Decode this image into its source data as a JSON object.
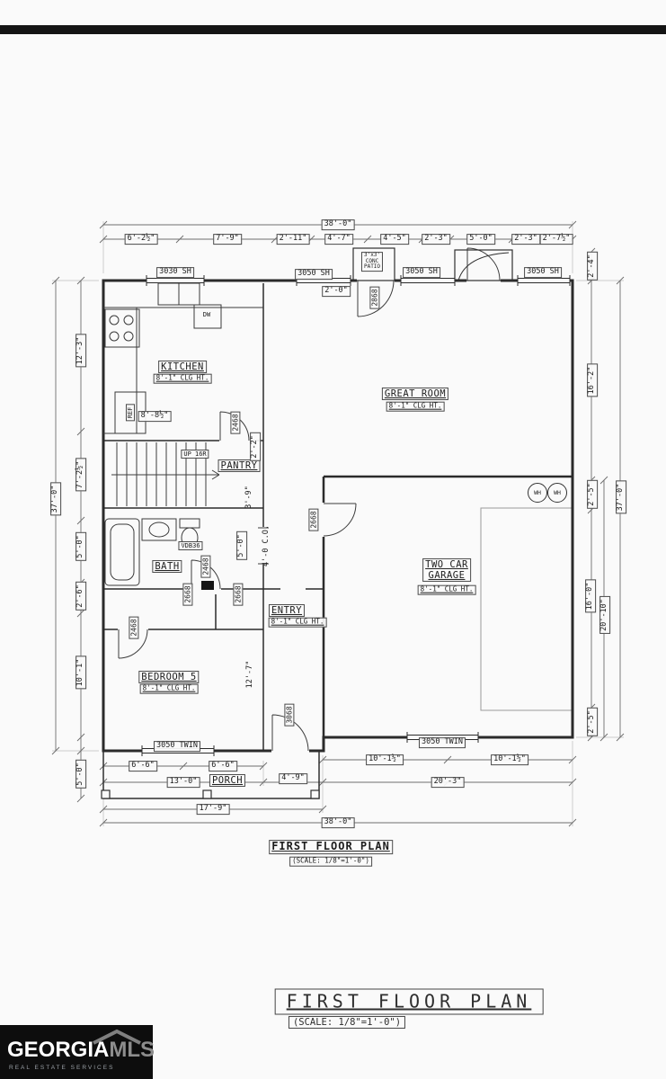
{
  "titles": {
    "plan_title": "FIRST FLOOR PLAN",
    "plan_scale": "(SCALE: 1/8\"=1'-0\")",
    "sheet_title": "FIRST FLOOR PLAN",
    "sheet_scale": "(SCALE: 1/8\"=1'-0\")"
  },
  "logo": {
    "brand_bold": "GEORGIA",
    "brand_light": "MLS",
    "tagline": "REAL ESTATE SERVICES"
  },
  "rooms": {
    "kitchen": "KITCHEN",
    "kitchen_clg": "8'-1\" CLG HT.",
    "great_room": "GREAT ROOM",
    "great_room_clg": "8'-1\" CLG HT.",
    "pantry": "PANTRY",
    "bath": "BATH",
    "bedroom5": "BEDROOM 5",
    "bedroom5_clg": "8'-1\" CLG HT.",
    "garage1": "TWO CAR",
    "garage2": "GARAGE",
    "garage_clg": "8'-1\" CLG HT.",
    "entry": "ENTRY",
    "entry_clg": "8'-1\" CLG HT.",
    "porch": "PORCH"
  },
  "windows": {
    "w3030sh": "3030 SH",
    "w3050sh_a": "3050 SH",
    "w3050sh_b": "3050 SH",
    "w3050sh_c": "3050 SH",
    "w3050twin_a": "3050 TWIN",
    "w3050twin_b": "3050 TWIN"
  },
  "doors": {
    "d2868": "2868",
    "d2468_pantry": "2468",
    "d2668_garage": "2668",
    "d2468_bath": "2468",
    "d2668_hall_a": "2668",
    "d2668_hall_b": "2668",
    "d2468_bed": "2468",
    "d3068": "3068"
  },
  "fixtures": {
    "wh": "WH",
    "dw": "DW",
    "ref": "REF",
    "vdb36": "VDB36",
    "up": "UP 16R",
    "patio1": "3'x3'",
    "patio2": "CONC",
    "patio3": "PATIO",
    "co": "4'-0 C.O."
  },
  "dims": {
    "top_overall": "38'-0\"",
    "top": [
      "6'-2½\"",
      "7'-9\"",
      "2'-11\"",
      "4'-7\"",
      "4'-5\"",
      "2'-3\"",
      "5'-0\"",
      "2'-3\"",
      "2'-7½\""
    ],
    "left": [
      "12'-3\"",
      "7'-2½\"",
      "5'-0\"",
      "2'-6\"",
      "10'-1\"",
      "5'-0\""
    ],
    "left_overall": "37'-0\"",
    "right": [
      "2'-4\"",
      "16'-2\"",
      "2'-5\"",
      "16'-0\"",
      "2'-5\""
    ],
    "right_mid": "20'-10\"",
    "right_overall": "37'-0\"",
    "bottom_garage": [
      "10'-1½\"",
      "10'-1½\""
    ],
    "bottom_garage_total": "20'-3\"",
    "bottom_porch": [
      "6'-6\"",
      "6'-6\""
    ],
    "bottom_porch_total": "13'-0\"",
    "bottom_entry": "4'-9\"",
    "bottom_left_total": "17'-9\"",
    "bottom_overall": "38'-0\"",
    "misc_2_0": "2'-0\"",
    "misc_8_8": "8'-8½\"",
    "misc_2_2": "2'-2\"",
    "misc_3_9": "3'-9\"",
    "misc_5_0": "5'-0\"",
    "misc_12_7": "12'-7\""
  }
}
